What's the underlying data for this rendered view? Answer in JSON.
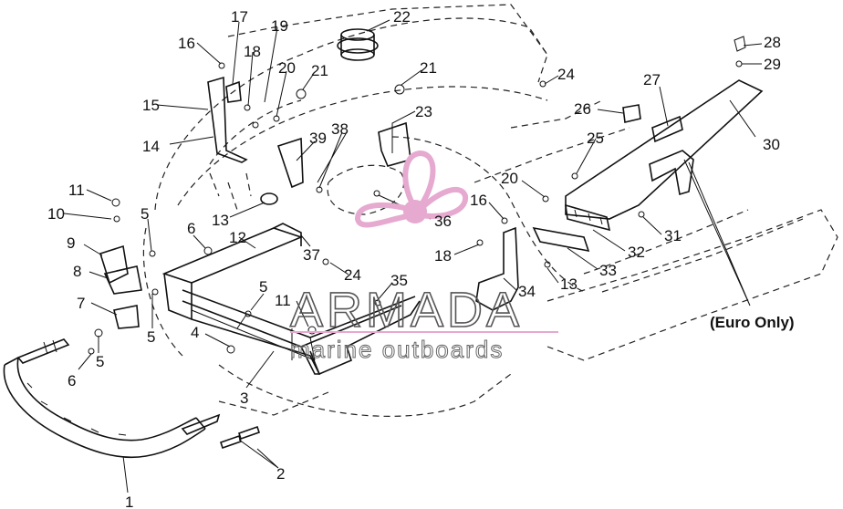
{
  "callouts": [
    "1",
    "2",
    "3",
    "4",
    "5",
    "5",
    "5",
    "5",
    "6",
    "6",
    "7",
    "8",
    "9",
    "10",
    "11",
    "11",
    "12",
    "13",
    "13",
    "14",
    "15",
    "16",
    "16",
    "17",
    "18",
    "18",
    "19",
    "20",
    "20",
    "21",
    "21",
    "22",
    "23",
    "24",
    "24",
    "25",
    "26",
    "27",
    "28",
    "29",
    "30",
    "31",
    "32",
    "33",
    "34",
    "35",
    "36",
    "37",
    "38",
    "39"
  ],
  "note": "(Euro Only)",
  "watermark": {
    "brand": "ARMADA",
    "tagline": "marine outboards",
    "brand_color": "#e6a9d0"
  }
}
